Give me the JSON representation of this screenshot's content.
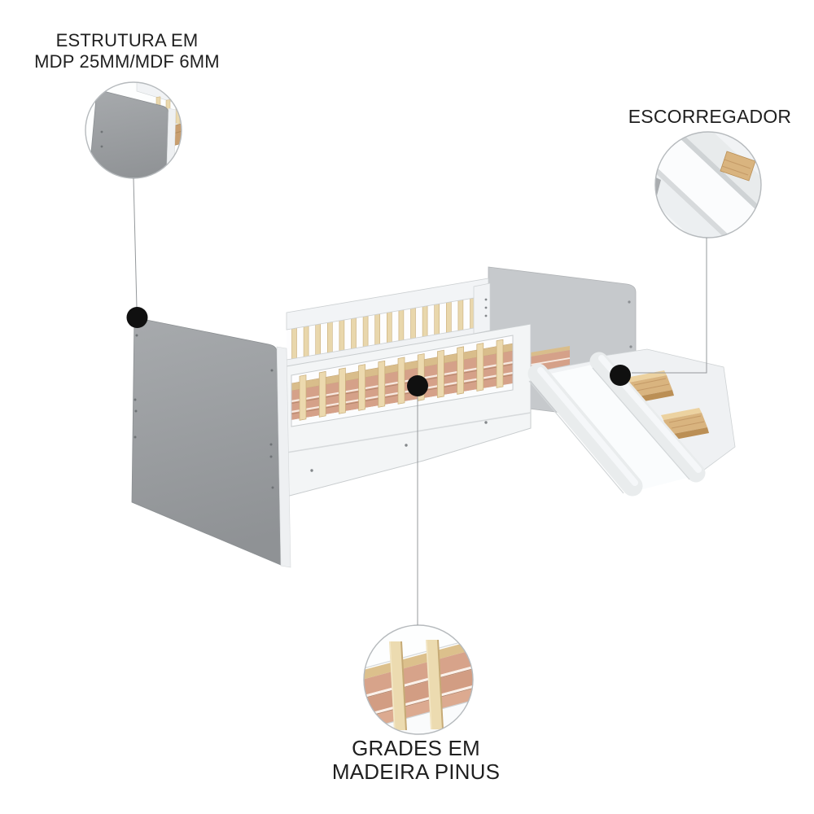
{
  "page": {
    "background": "#ffffff"
  },
  "callouts": {
    "structure": {
      "lines": [
        "ESTRUTURA EM",
        "MDP 25MM/MDF 6MM"
      ]
    },
    "slide": {
      "lines": [
        "ESCORREGADOR"
      ]
    },
    "rails": {
      "lines": [
        "GRADES EM",
        "MADEIRA PINUS"
      ]
    }
  },
  "palette": {
    "text": "#1f1f1f",
    "callout_dot": "#101010",
    "connector_line": "#94989b",
    "magnifier_border": "#b6babd",
    "headboard_gray_top": "#a7aaad",
    "headboard_gray_bottom": "#8f9295",
    "footboard_gray": "#c6c9cc",
    "frame_white": "#f3f5f6",
    "bright_white": "#fdfdfe",
    "pine_slat": "#e9d7ac",
    "pine_slat_edge": "#c9ad79",
    "pine_rail": "#d9bd8b",
    "step_wood": "#d9b47f",
    "step_wood_dark": "#bb8f55",
    "deck_plank": "#d5a189",
    "deck_seam_dark": "#b5866c"
  }
}
